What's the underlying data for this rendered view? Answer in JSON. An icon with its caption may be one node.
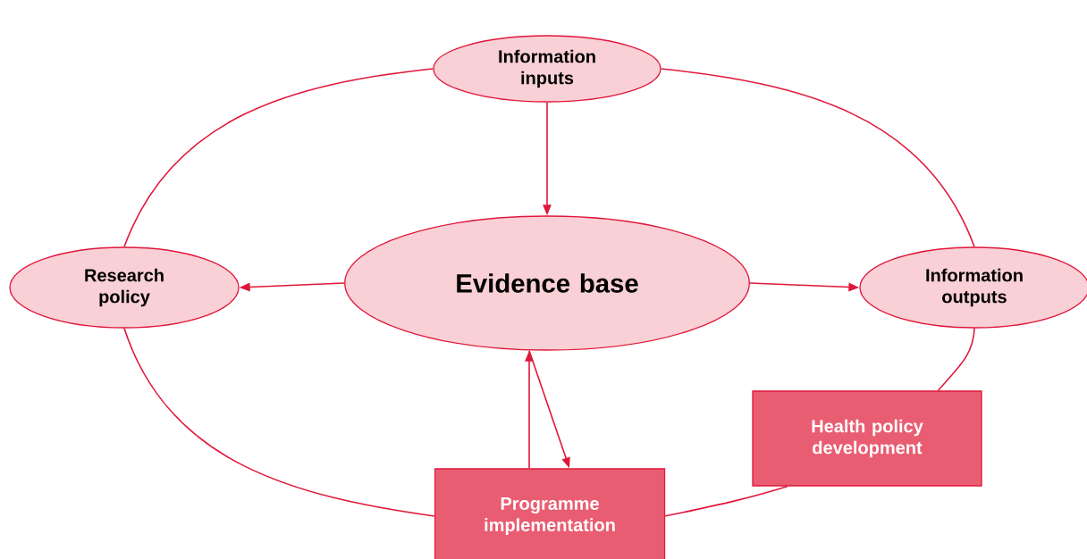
{
  "diagram": {
    "nodes": [
      {
        "text": [
          "Information inputs"
        ]
      },
      {
        "text": [
          "Research policy"
        ]
      },
      {
        "text": [
          "Evidence base"
        ]
      },
      {
        "text": [
          "Information outputs"
        ]
      },
      {
        "text": [
          "Health policy development"
        ]
      },
      {
        "text": [
          "Programme implementation"
        ]
      }
    ],
    "edges": [
      {
        "from": 0,
        "to": 2,
        "arrow": "to"
      },
      {
        "from": 2,
        "to": 1,
        "arrow": "to"
      },
      {
        "from": 2,
        "to": 3,
        "arrow": "to"
      },
      {
        "from": 5,
        "to": 2,
        "arrow": "to"
      },
      {
        "from": 2,
        "to": 5,
        "arrow": "to"
      },
      {
        "from": 1,
        "to": 0,
        "arrow": "none"
      },
      {
        "from": 0,
        "to": 3,
        "arrow": "none"
      },
      {
        "from": 3,
        "to": 4,
        "arrow": "none"
      },
      {
        "from": 4,
        "to": 5,
        "arrow": "none"
      },
      {
        "from": 5,
        "to": 1,
        "arrow": "none"
      }
    ]
  }
}
